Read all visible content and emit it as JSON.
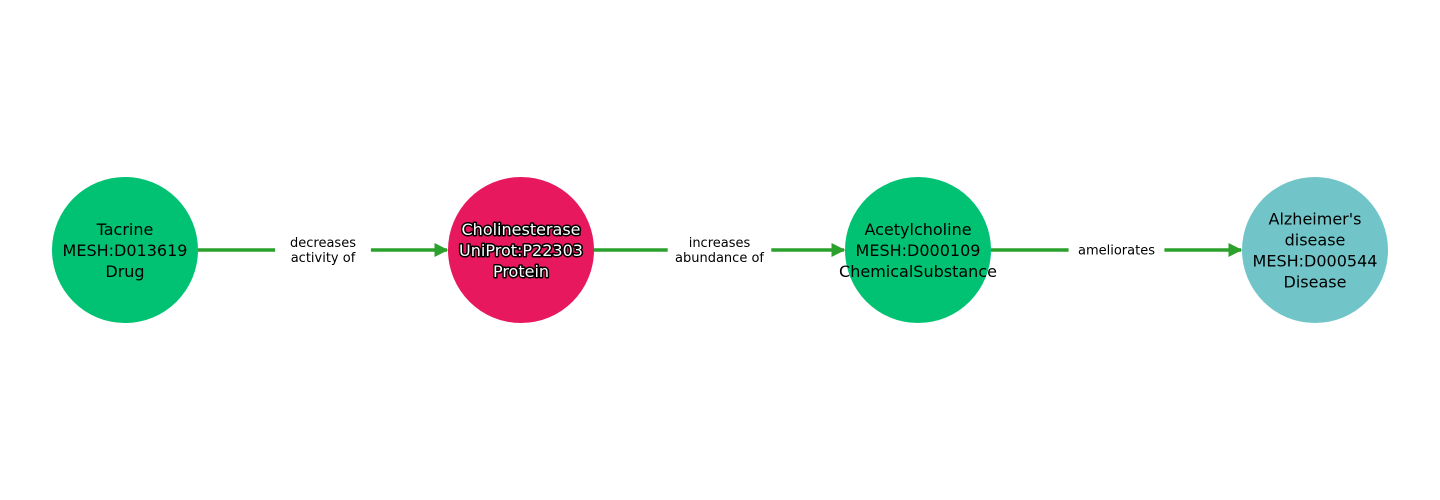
{
  "graph": {
    "nodes": [
      {
        "id": "tacrine",
        "lines": [
          "Tacrine",
          "MESH:D013619",
          "Drug"
        ],
        "color": "#00c272",
        "text_style": "plain"
      },
      {
        "id": "cholinesterase",
        "lines": [
          "Cholinesterase",
          "UniProt:P22303",
          "Protein"
        ],
        "color": "#e8185e",
        "text_style": "outlined"
      },
      {
        "id": "acetylcholine",
        "lines": [
          "Acetylcholine",
          "MESH:D000109",
          "ChemicalSubstance"
        ],
        "color": "#00c272",
        "text_style": "plain"
      },
      {
        "id": "alzheimers",
        "lines": [
          "Alzheimer's",
          "disease",
          "MESH:D000544",
          "Disease"
        ],
        "color": "#71c5c9",
        "text_style": "plain"
      }
    ],
    "edges": [
      {
        "source": 0,
        "target": 1,
        "label_lines": [
          "decreases",
          "activity of"
        ]
      },
      {
        "source": 1,
        "target": 2,
        "label_lines": [
          "increases",
          "abundance of"
        ]
      },
      {
        "source": 2,
        "target": 3,
        "label_lines": [
          "ameliorates"
        ]
      }
    ],
    "edge_color": "#2ca02c"
  }
}
